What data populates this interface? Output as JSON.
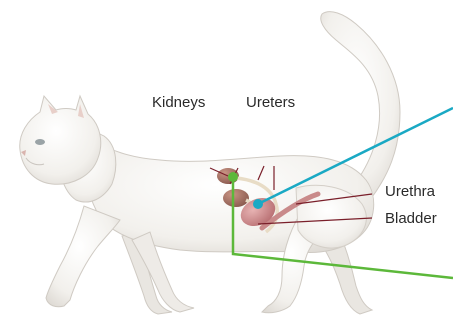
{
  "labels": {
    "kidneys": "Kidneys",
    "ureters": "Ureters",
    "urethra": "Urethra",
    "bladder": "Bladder"
  },
  "colors": {
    "cat_body": "#f3f1ee",
    "cat_outline": "#c9c4be",
    "organ": "#a9776b",
    "bladder": "#c98a8a",
    "ureter": "#e8dcc6",
    "pointer_cyan": "#1aa9c4",
    "pointer_green": "#5cb83a",
    "leader_line": "#7a1f2a"
  }
}
